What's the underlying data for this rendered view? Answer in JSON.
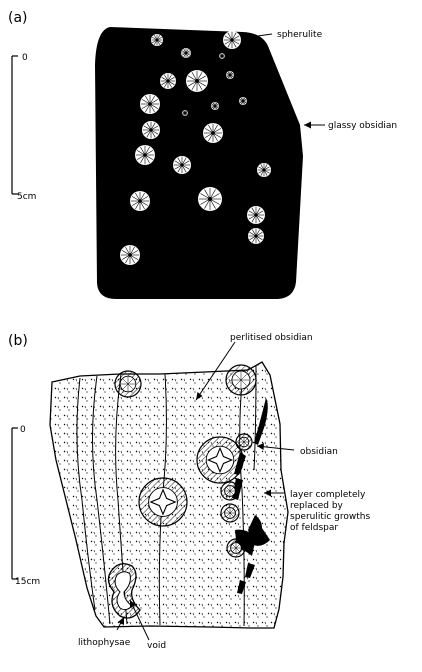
{
  "panel_a": {
    "letter": "(a)",
    "scale_top": "0",
    "scale_bottom": "5cm",
    "labels": {
      "spherulite": "spherulite",
      "glassy_obsidian": "glassy obsidian"
    }
  },
  "panel_b": {
    "letter": "(b)",
    "scale_top": "0",
    "scale_bottom": "15cm",
    "labels": {
      "perlitised_obsidian": "perlitised obsidian",
      "obsidian": "obsidian",
      "layer_line1": "layer completely",
      "layer_line2": "replaced by",
      "layer_line3": "sperulitic growths",
      "layer_line4": "of feldspar",
      "lithophysae": "lithophysae",
      "void": "void"
    }
  },
  "colors": {
    "ink": "#000000",
    "paper": "#ffffff"
  }
}
